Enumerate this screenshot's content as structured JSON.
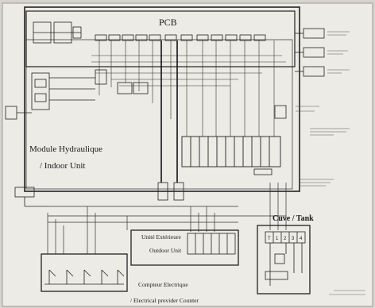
{
  "pcb_label": "PCB",
  "module_title": "Module Hydraulique",
  "module_subtitle": "/ Indoor Unit",
  "tank_title": "Cuve / Tank",
  "tank_terminals": [
    "T",
    "1",
    "2",
    "3",
    "4"
  ],
  "outdoor_title": "Unité Extérieure",
  "outdoor_subtitle": "Outdoor Unit",
  "meter_title": "Compteur Electrique",
  "meter_subtitle": "/ Electrical provider Counter",
  "colors": {
    "paper": "#ecebe6",
    "line": "#2a2a2a",
    "background": "#d6d4cc"
  }
}
